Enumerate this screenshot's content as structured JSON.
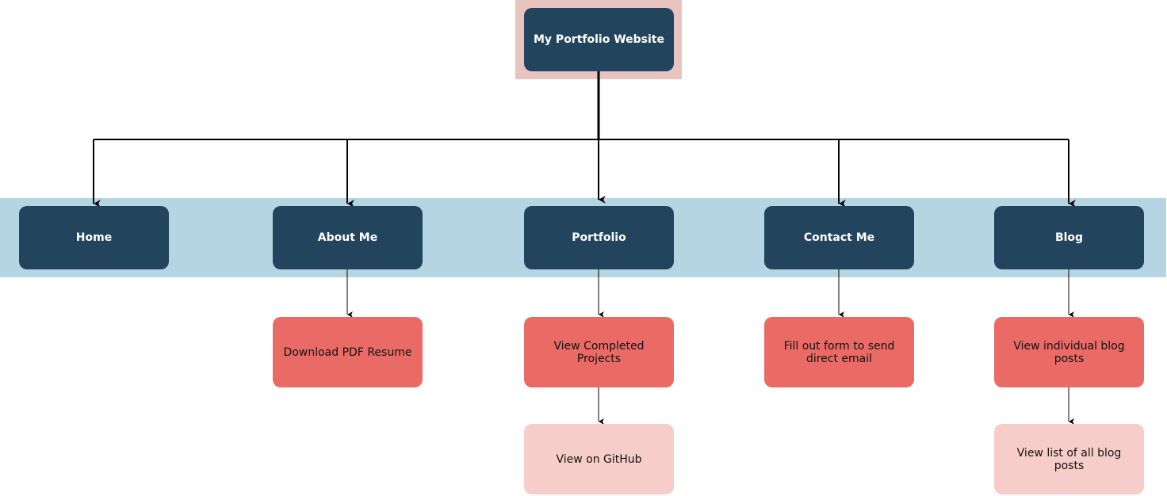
{
  "diagram": {
    "root": {
      "label": "My Portfolio Website"
    },
    "pages": [
      {
        "id": "home",
        "label": "Home"
      },
      {
        "id": "about",
        "label": "About Me"
      },
      {
        "id": "portfolio",
        "label": "Portfolio"
      },
      {
        "id": "contact",
        "label": "Contact Me"
      },
      {
        "id": "blog",
        "label": "Blog"
      }
    ],
    "actions": {
      "about_download": "Download PDF Resume",
      "portfolio_projects": "View Completed Projects",
      "portfolio_github": "View on GitHub",
      "contact_form": "Fill out form to send direct email",
      "blog_posts": "View individual blog posts",
      "blog_list": "View list of all blog posts"
    }
  },
  "colors": {
    "page_node": "#23445d",
    "action_node": "#ea6b66",
    "sub_action_node": "#f7cdca",
    "nav_band": "#b4d5e1",
    "root_highlight": "#e8c4c0",
    "connector": "#000000"
  }
}
